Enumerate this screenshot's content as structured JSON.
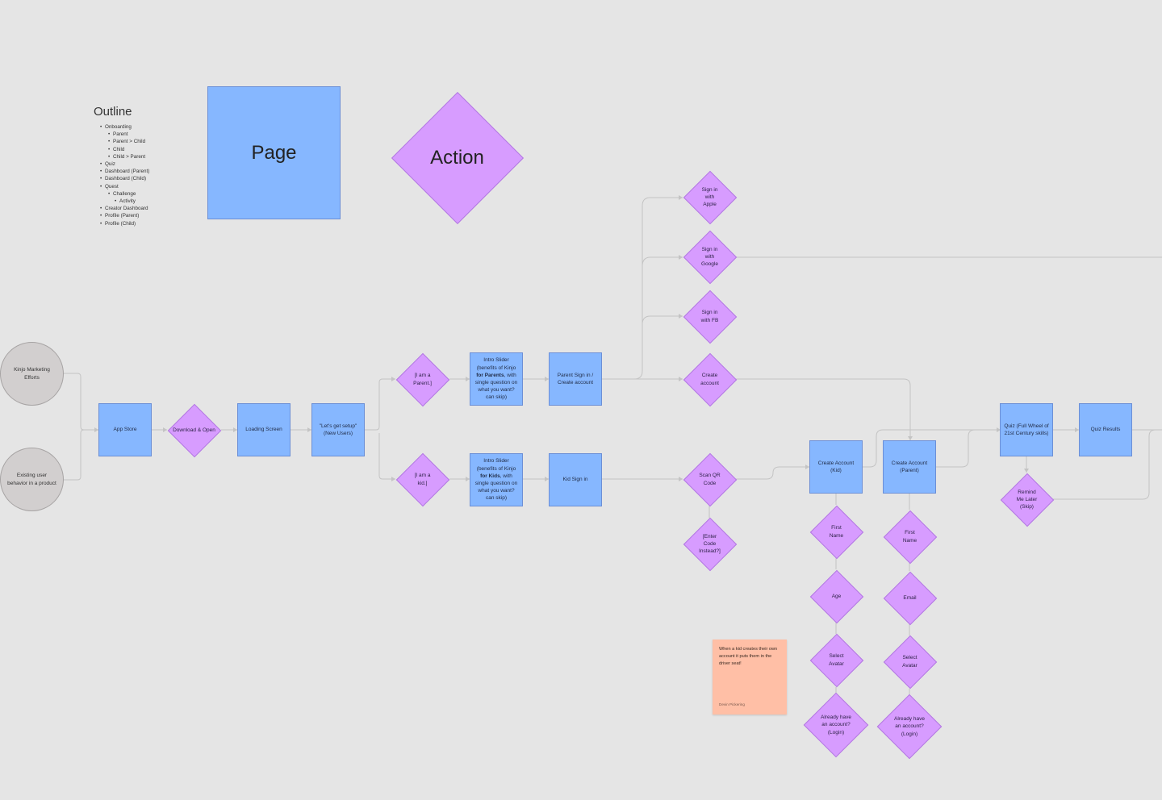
{
  "outline": {
    "title": "Outline",
    "items": [
      {
        "text": "Onboarding",
        "level": 1
      },
      {
        "text": "Parent",
        "level": 2
      },
      {
        "text": "Parent > Child",
        "level": 2
      },
      {
        "text": "Child",
        "level": 2
      },
      {
        "text": "Child > Parent",
        "level": 2
      },
      {
        "text": "Quiz",
        "level": 1
      },
      {
        "text": "Dashboard (Parent)",
        "level": 1
      },
      {
        "text": "Dashboard (Child)",
        "level": 1
      },
      {
        "text": "Quest",
        "level": 1
      },
      {
        "text": "Challenge",
        "level": 2
      },
      {
        "text": "Activity",
        "level": 3
      },
      {
        "text": "Creator Dashboard",
        "level": 1
      },
      {
        "text": "Profile (Parent)",
        "level": 1
      },
      {
        "text": "Profile (Child)",
        "level": 1
      }
    ]
  },
  "legend": {
    "page": "Page",
    "action": "Action"
  },
  "sticky": {
    "text": "When a kid creates their own account it puts them in the driver seat!",
    "author": "Devin Pickering"
  },
  "colors": {
    "page_fill": "#86b7ff",
    "action_fill": "#d79cff",
    "start_fill": "#d2cfcf",
    "sticky_fill": "#ffbfa6",
    "connector": "#c4c4c4"
  },
  "nodes": {
    "marketing": "Kinjo Marketing Efforts",
    "existing_behavior": "Existing user behavior in a product",
    "app_store": "App Store",
    "download_open": "Download & Open",
    "loading_screen": "Loading Screen",
    "lets_get_setup": "\"Let's get setup\" (New Users)",
    "i_am_parent": "[I am a Parent.]",
    "i_am_kid": "[I am a kid.]",
    "intro_parent": {
      "pre": "Intro Slider (benefits of Kinjo ",
      "bold": "for Parents",
      "post": ", with single question on what you want? can skip)"
    },
    "intro_kid": {
      "pre": "Intro Slider (benefits of Kinjo ",
      "bold": "for Kids",
      "post": ", with single question on what you want? can skip)"
    },
    "parent_signin": "Parent Sign in / Create account",
    "kid_signin": "Kid Sign in",
    "signin_apple": "Sign in with Apple",
    "signin_google": "Sign in with Google",
    "signin_fb": "Sign in with FB",
    "create_account": "Create account",
    "scan_qr": "Scan QR Code",
    "enter_code": "[Enter Code Instead?]",
    "create_kid": "Create Account (Kid)",
    "create_parent": "Create Account (Parent)",
    "kid_first_name": "First Name",
    "kid_age": "Age",
    "kid_select_avatar": "Select Avatar",
    "kid_already": "Already have an account? (Login)",
    "parent_first_name": "First Name",
    "parent_email": "Email",
    "parent_select_avatar": "Select Avatar",
    "parent_already": "Already have an account? (Login)",
    "quiz": "Quiz (Full Wheel of 21st Century skills)",
    "quiz_results": "Quiz Results",
    "remind_later": "Remind Me Later (Skip)"
  }
}
